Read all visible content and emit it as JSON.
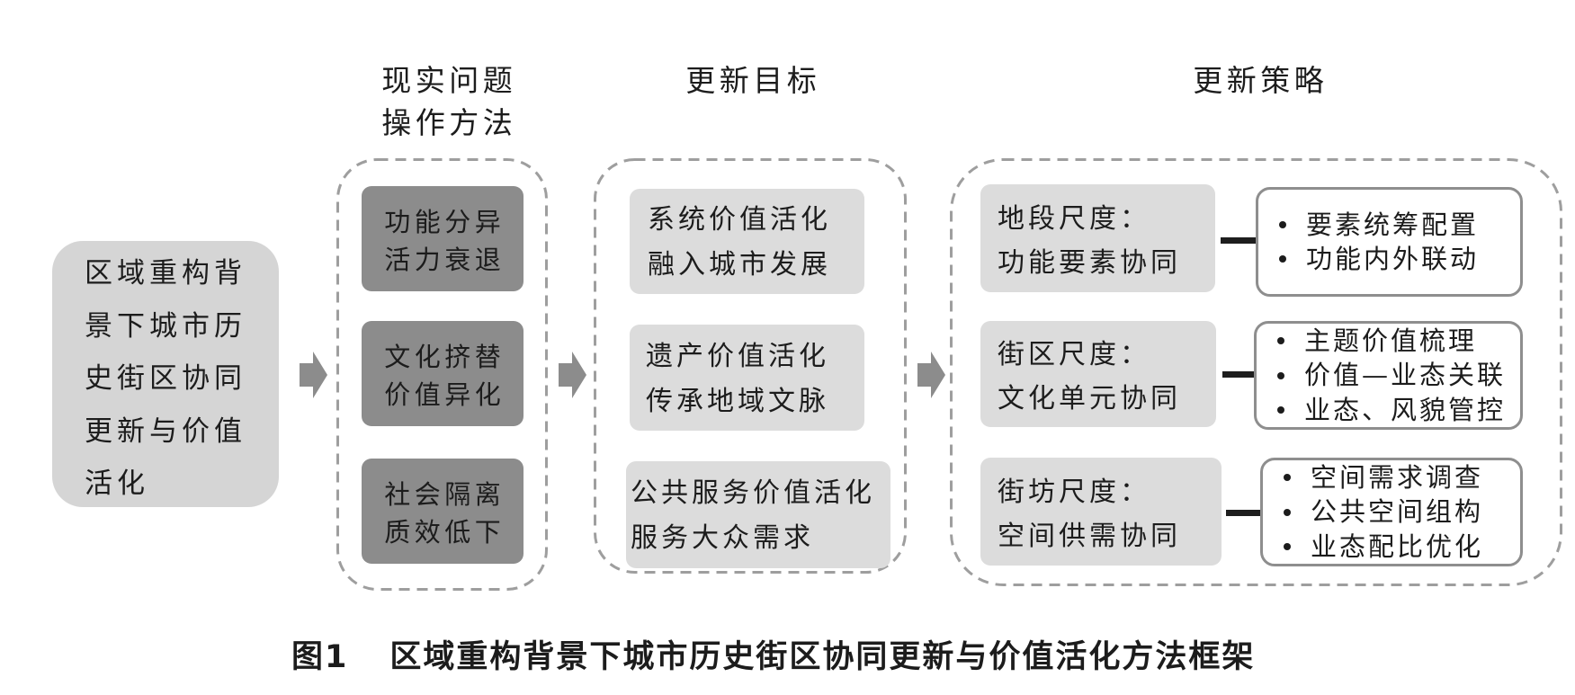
{
  "colors": {
    "text": "#1c1c1c",
    "background": "#ffffff",
    "source_box": "#d5d5d5",
    "problem_box": "#8c8c8c",
    "goal_box": "#dcdcdc",
    "scale_box": "#dcdcdc",
    "arrow": "#8c8c8c",
    "dashed_border": "#9e9e9e",
    "measure_border": "#8e8e8e",
    "measure_fill": "#ffffff",
    "connector": "#1e1e1e"
  },
  "icons": {
    "flow_arrow": "arrow-right-icon",
    "list_marker": "bullet-icon"
  },
  "source": {
    "lines": [
      "区域重构背",
      "景下城市历",
      "史街区协同",
      "更新与价值",
      "活化"
    ]
  },
  "problems": {
    "title": [
      "现实问题",
      "操作方法"
    ],
    "items": [
      {
        "lines": [
          "功能分异",
          "活力衰退"
        ]
      },
      {
        "lines": [
          "文化挤替",
          "价值异化"
        ]
      },
      {
        "lines": [
          "社会隔离",
          "质效低下"
        ]
      }
    ]
  },
  "goals": {
    "title": "更新目标",
    "items": [
      {
        "lines": [
          "系统价值活化",
          "融入城市发展"
        ]
      },
      {
        "lines": [
          "遗产价值活化",
          "传承地域文脉"
        ]
      },
      {
        "lines": [
          "公共服务价值活化",
          "服务大众需求"
        ]
      }
    ]
  },
  "strategies": {
    "title": "更新策略",
    "items": [
      {
        "scale": "地段尺度：",
        "focus": "功能要素协同",
        "measures": [
          "要素统筹配置",
          "功能内外联动"
        ]
      },
      {
        "scale": "街区尺度：",
        "focus": "文化单元协同",
        "measures": [
          "主题价值梳理",
          "价值—业态关联",
          "业态、风貌管控"
        ]
      },
      {
        "scale": "街坊尺度：",
        "focus": "空间供需协同",
        "measures": [
          "空间需求调查",
          "公共空间组构",
          "业态配比优化"
        ]
      }
    ]
  },
  "caption": {
    "figure": "图1",
    "title": "区域重构背景下城市历史街区协同更新与价值活化方法框架"
  }
}
